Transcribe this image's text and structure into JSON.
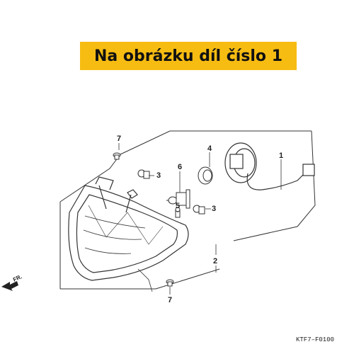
{
  "banner": {
    "text": "Na obrázku díl číslo 1",
    "color": "#f7bc12"
  },
  "callouts": {
    "c1": "1",
    "c2": "2",
    "c3a": "3",
    "c3b": "3",
    "c4": "4",
    "c5": "5",
    "c6": "6",
    "c7a": "7",
    "c7b": "7"
  },
  "direction_marker": "FR.",
  "diagram_code": "KTF7–F0100"
}
